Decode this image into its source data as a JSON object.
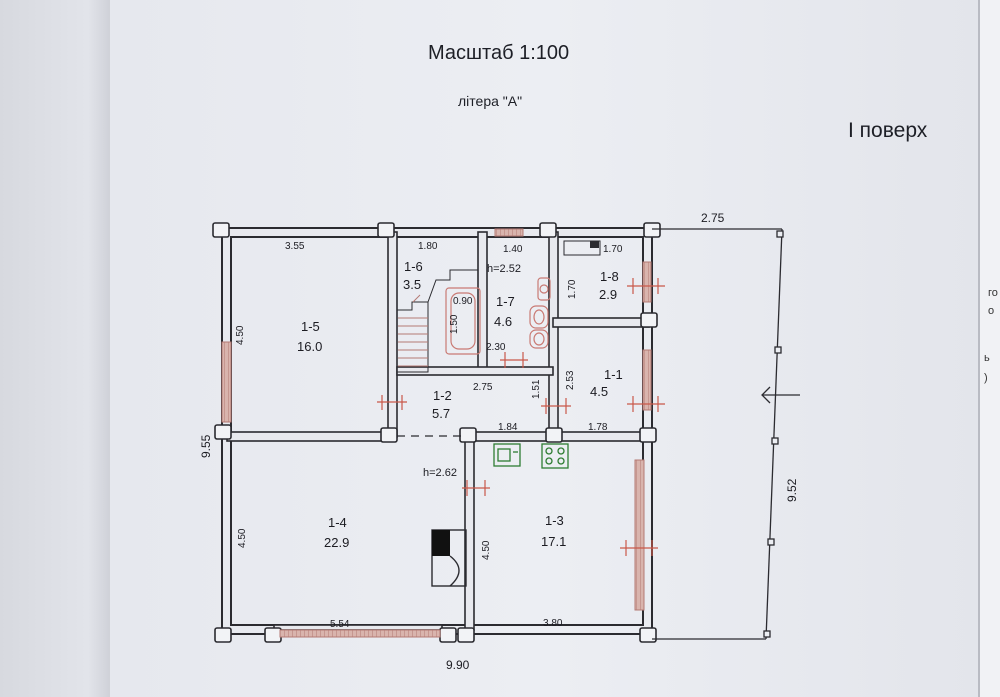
{
  "header": {
    "scale": "Масштаб 1:100",
    "litera": "літера \"А\"",
    "floor": "І поверх"
  },
  "margin_fragments": [
    "го",
    "о",
    "ь",
    ")"
  ],
  "rooms": [
    {
      "id": "1-1",
      "area": "4.5"
    },
    {
      "id": "1-2",
      "area": "5.7"
    },
    {
      "id": "1-3",
      "area": "17.1"
    },
    {
      "id": "1-4",
      "area": "22.9"
    },
    {
      "id": "1-5",
      "area": "16.0"
    },
    {
      "id": "1-6",
      "area": "3.5"
    },
    {
      "id": "1-7",
      "area": "4.6"
    },
    {
      "id": "1-8",
      "area": "2.9"
    }
  ],
  "heights": [
    "h=2.52",
    "h=2.62"
  ],
  "dimensions": {
    "top_room5": "3.55",
    "top_room6": "1.80",
    "top_room7": "1.40",
    "top_room8": "1.70",
    "top_terrace": "2.75",
    "side_room5": "4.50",
    "total_left": "9.55",
    "bath_090": "0.90",
    "bath_150": "1.50",
    "room8_side": "1.70",
    "room7_width": "2.30",
    "corr_275": "2.75",
    "corr_151": "1.51",
    "room1_side": "2.53",
    "room1_width": "1.78",
    "room3_top": "1.84",
    "side_room4": "4.50",
    "side_room3": "4.50",
    "terrace_side": "9.52",
    "bottom_room4": "5.54",
    "bottom_room3": "3.80",
    "bottom_total": "9.90"
  },
  "colors": {
    "wall": "#2b2b30",
    "window": "#b47a74",
    "door_mark": "#c9584a",
    "paper": "#eceef3"
  }
}
